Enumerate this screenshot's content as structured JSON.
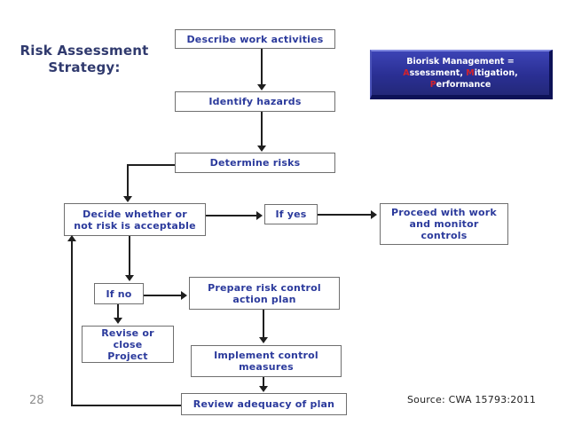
{
  "slide": {
    "title": "Risk Assessment\nStrategy:",
    "page_number": "28",
    "source_note": "Source: CWA 15793:2011"
  },
  "callout": {
    "line1": "Biorisk Management =",
    "line2_parts": [
      {
        "text": "A",
        "red": true
      },
      {
        "text": "ssessment, ",
        "red": false
      },
      {
        "text": "M",
        "red": true
      },
      {
        "text": "itigation, ",
        "red": false
      },
      {
        "text": "P",
        "red": true
      },
      {
        "text": "erformance",
        "red": false
      }
    ]
  },
  "flowchart": {
    "nodes": {
      "describe": {
        "label": "Describe work activities"
      },
      "identify": {
        "label": "Identify hazards"
      },
      "determine": {
        "label": "Determine risks"
      },
      "decide": {
        "label": "Decide whether or\nnot risk is acceptable"
      },
      "if_yes": {
        "label": "If yes"
      },
      "proceed": {
        "label": "Proceed with work\nand monitor\ncontrols"
      },
      "if_no": {
        "label": "If no"
      },
      "prepare": {
        "label": "Prepare risk control\naction plan"
      },
      "revise": {
        "label": "Revise or\nclose\nProject"
      },
      "implement": {
        "label": "Implement control\nmeasures"
      },
      "review": {
        "label": "Review adequacy of plan"
      }
    }
  },
  "colors": {
    "node_text_blue": "#2b3a9c",
    "title_blue": "#303a6e",
    "callout_red": "#d2232e",
    "callout_bg": "#2e34a0",
    "callout_text": "#ffffff",
    "arrow": "#1f1f1f",
    "box_border": "#6f6f6f"
  }
}
